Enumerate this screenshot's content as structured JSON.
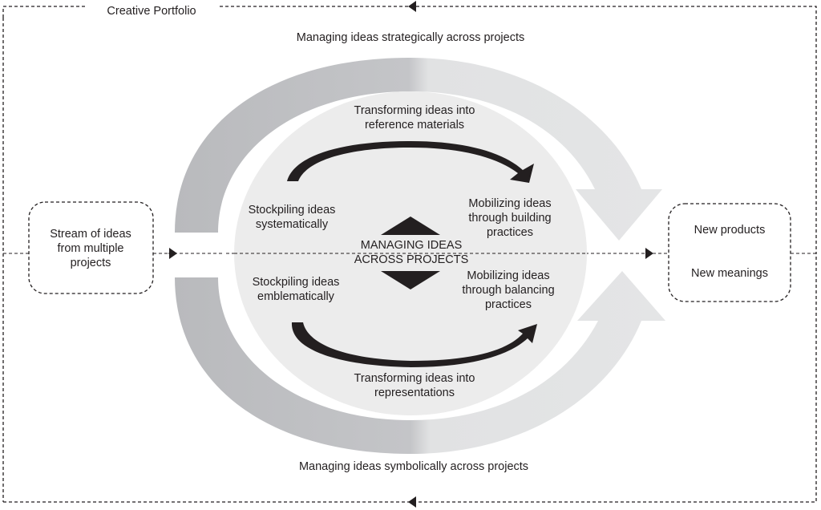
{
  "frame": {
    "title": "Creative Portfolio"
  },
  "outer_arcs": {
    "top_label": "Managing ideas strategically across projects",
    "bottom_label": "Managing ideas symbolically across projects"
  },
  "input_box": {
    "lines": [
      "Stream of ideas",
      "from multiple",
      "projects"
    ]
  },
  "output_box": {
    "lines": [
      "New products",
      "New meanings"
    ]
  },
  "core": {
    "center_lines": [
      "MANAGING IDEAS",
      "ACROSS PROJECTS"
    ],
    "top_arrow_label": [
      "Transforming ideas into",
      "reference materials"
    ],
    "bottom_arrow_label": [
      "Transforming ideas into",
      "representations"
    ],
    "upper_left": [
      "Stockpiling ideas",
      "systematically"
    ],
    "lower_left": [
      "Stockpiling ideas",
      "emblematically"
    ],
    "upper_right": [
      "Mobilizing ideas",
      "through building",
      "practices"
    ],
    "lower_right": [
      "Mobilizing ideas",
      "through balancing",
      "practices"
    ]
  },
  "colors": {
    "dark_gray_arc": "#bcbdc0",
    "light_gray_arc": "#e3e4e5",
    "core_circle": "#ececec",
    "ink": "#231f20"
  }
}
